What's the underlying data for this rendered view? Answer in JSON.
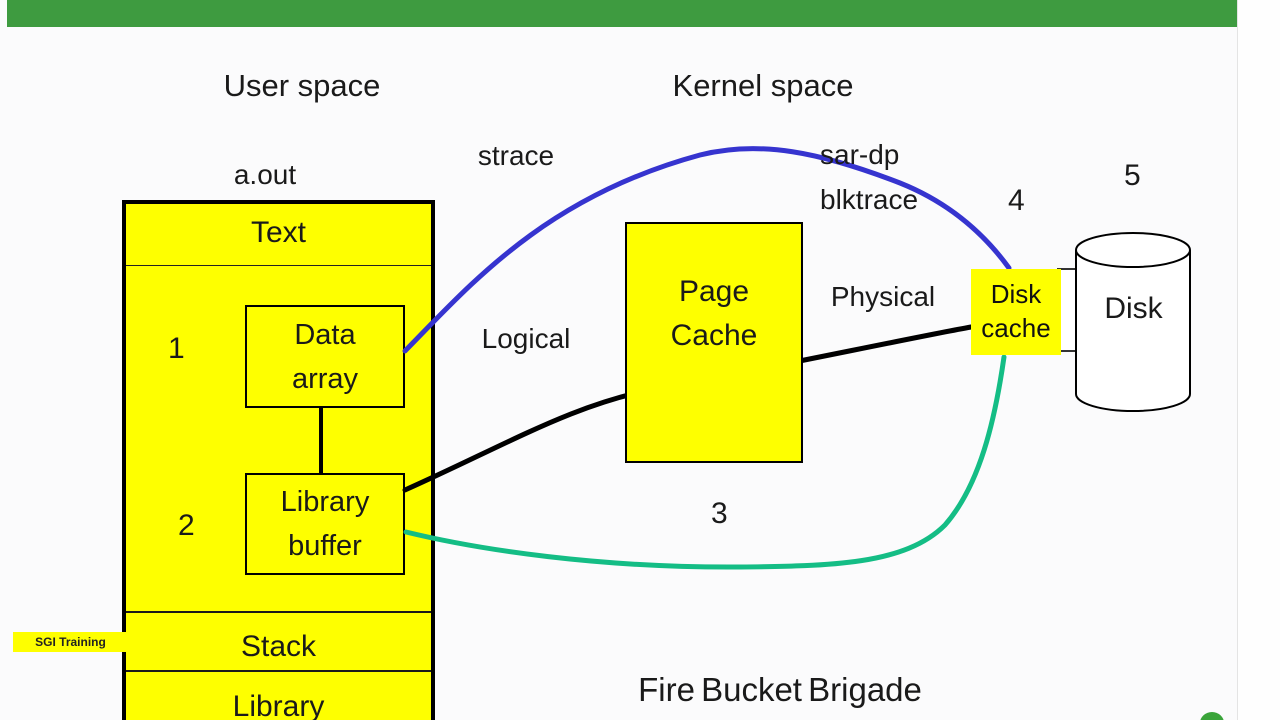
{
  "diagram": {
    "headers": {
      "user_space": "User space",
      "kernel_space": "Kernel space"
    },
    "aout": {
      "title": "a.out",
      "text_section": "Text",
      "stack_section": "Stack",
      "library_section": "Library",
      "data_array": "Data array",
      "library_buffer": "Library buffer"
    },
    "page_cache": "Page Cache",
    "disk_cache": "Disk cache",
    "disk": "Disk",
    "labels": {
      "strace": "strace",
      "sar_dp": "sar-dp",
      "blktrace": "blktrace",
      "logical": "Logical",
      "physical": "Physical"
    },
    "numbers": [
      "1",
      "2",
      "3",
      "4",
      "5"
    ],
    "caption": "Fire Bucket Brigade",
    "badge": "SGI Training",
    "colors": {
      "header_bar": "#3e9b40",
      "box_yellow": "#feff00",
      "line_blue": "#3634cf",
      "line_green": "#14bd85",
      "line_black": "#000000",
      "dot_green": "#3aa43a"
    }
  }
}
